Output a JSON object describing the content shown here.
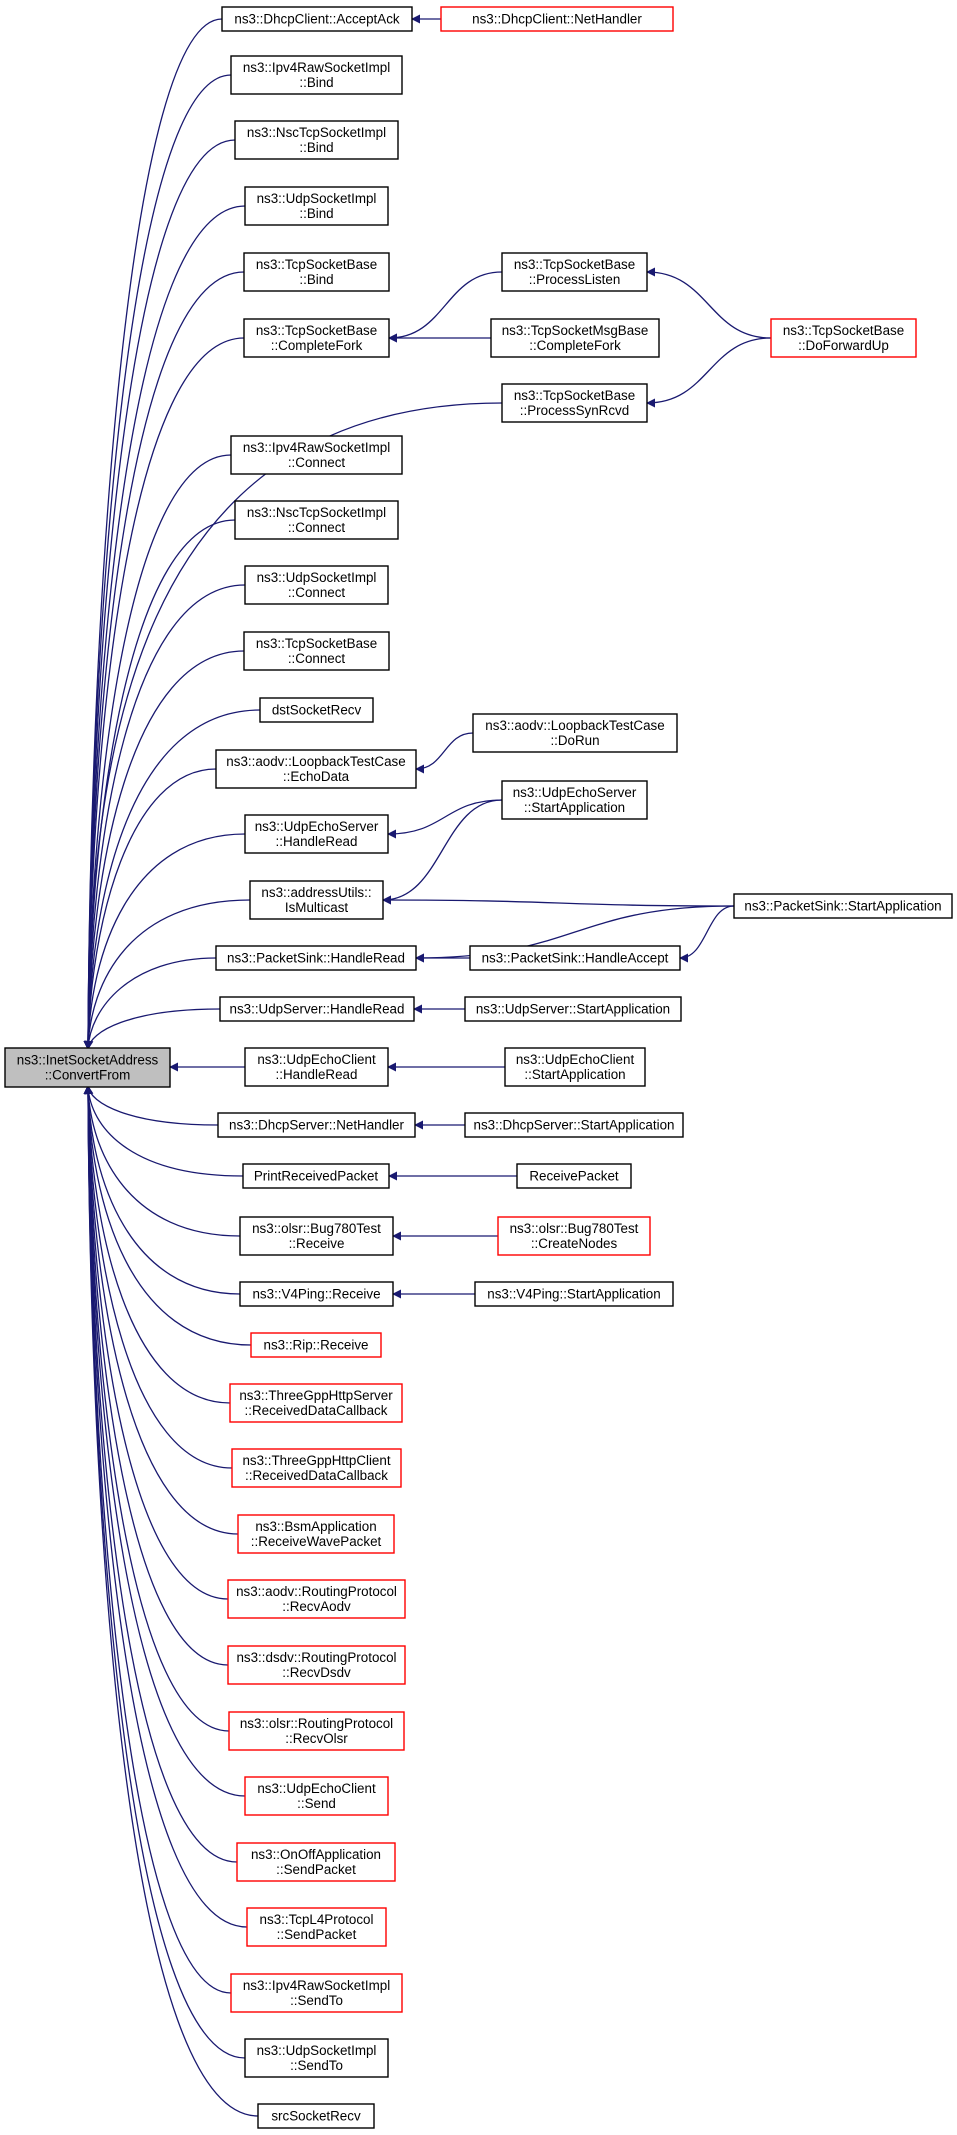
{
  "colors": {
    "edge": "#191970",
    "border_normal": "#000000",
    "border_truncated": "#ff0000",
    "root_fill": "#bfbfbf"
  },
  "nodes": [
    {
      "id": "root",
      "lines": [
        "ns3::InetSocketAddress",
        "::ConvertFrom"
      ],
      "style": "root"
    },
    {
      "id": "dhcpclient_acceptack",
      "lines": [
        "ns3::DhcpClient::AcceptAck"
      ],
      "style": "normal"
    },
    {
      "id": "dhcpclient_nethandler",
      "lines": [
        "ns3::DhcpClient::NetHandler"
      ],
      "style": "truncated"
    },
    {
      "id": "ipv4raw_bind",
      "lines": [
        "ns3::Ipv4RawSocketImpl",
        "::Bind"
      ],
      "style": "normal"
    },
    {
      "id": "nsctcp_bind",
      "lines": [
        "ns3::NscTcpSocketImpl",
        "::Bind"
      ],
      "style": "normal"
    },
    {
      "id": "udpsock_bind",
      "lines": [
        "ns3::UdpSocketImpl",
        "::Bind"
      ],
      "style": "normal"
    },
    {
      "id": "tcpbase_bind",
      "lines": [
        "ns3::TcpSocketBase",
        "::Bind"
      ],
      "style": "normal"
    },
    {
      "id": "tcpbase_completefork",
      "lines": [
        "ns3::TcpSocketBase",
        "::CompleteFork"
      ],
      "style": "normal"
    },
    {
      "id": "tcpbase_processlisten",
      "lines": [
        "ns3::TcpSocketBase",
        "::ProcessListen"
      ],
      "style": "normal"
    },
    {
      "id": "tcpmsgbase_completefork",
      "lines": [
        "ns3::TcpSocketMsgBase",
        "::CompleteFork"
      ],
      "style": "normal"
    },
    {
      "id": "tcpbase_doforwardup",
      "lines": [
        "ns3::TcpSocketBase",
        "::DoForwardUp"
      ],
      "style": "truncated"
    },
    {
      "id": "tcpbase_processsynrcvd",
      "lines": [
        "ns3::TcpSocketBase",
        "::ProcessSynRcvd"
      ],
      "style": "normal"
    },
    {
      "id": "ipv4raw_connect",
      "lines": [
        "ns3::Ipv4RawSocketImpl",
        "::Connect"
      ],
      "style": "normal"
    },
    {
      "id": "nsctcp_connect",
      "lines": [
        "ns3::NscTcpSocketImpl",
        "::Connect"
      ],
      "style": "normal"
    },
    {
      "id": "udpsock_connect",
      "lines": [
        "ns3::UdpSocketImpl",
        "::Connect"
      ],
      "style": "normal"
    },
    {
      "id": "tcpbase_connect",
      "lines": [
        "ns3::TcpSocketBase",
        "::Connect"
      ],
      "style": "normal"
    },
    {
      "id": "dstsocketrecv",
      "lines": [
        "dstSocketRecv"
      ],
      "style": "normal"
    },
    {
      "id": "aodv_echodata",
      "lines": [
        "ns3::aodv::LoopbackTestCase",
        "::EchoData"
      ],
      "style": "normal"
    },
    {
      "id": "aodv_dorun",
      "lines": [
        "ns3::aodv::LoopbackTestCase",
        "::DoRun"
      ],
      "style": "normal"
    },
    {
      "id": "udpechoserver_handleread",
      "lines": [
        "ns3::UdpEchoServer",
        "::HandleRead"
      ],
      "style": "normal"
    },
    {
      "id": "udpechoserver_startapp",
      "lines": [
        "ns3::UdpEchoServer",
        "::StartApplication"
      ],
      "style": "normal"
    },
    {
      "id": "addressutils_ismulticast",
      "lines": [
        "ns3::addressUtils::",
        "IsMulticast"
      ],
      "style": "normal"
    },
    {
      "id": "packetsink_startapp",
      "lines": [
        "ns3::PacketSink::StartApplication"
      ],
      "style": "normal"
    },
    {
      "id": "packetsink_handleread",
      "lines": [
        "ns3::PacketSink::HandleRead"
      ],
      "style": "normal"
    },
    {
      "id": "packetsink_handleaccept",
      "lines": [
        "ns3::PacketSink::HandleAccept"
      ],
      "style": "normal"
    },
    {
      "id": "udpserver_handleread",
      "lines": [
        "ns3::UdpServer::HandleRead"
      ],
      "style": "normal"
    },
    {
      "id": "udpserver_startapp",
      "lines": [
        "ns3::UdpServer::StartApplication"
      ],
      "style": "normal"
    },
    {
      "id": "udpechoclient_handleread",
      "lines": [
        "ns3::UdpEchoClient",
        "::HandleRead"
      ],
      "style": "normal"
    },
    {
      "id": "udpechoclient_startapp",
      "lines": [
        "ns3::UdpEchoClient",
        "::StartApplication"
      ],
      "style": "normal"
    },
    {
      "id": "dhcpserver_nethandler",
      "lines": [
        "ns3::DhcpServer::NetHandler"
      ],
      "style": "normal"
    },
    {
      "id": "dhcpserver_startapp",
      "lines": [
        "ns3::DhcpServer::StartApplication"
      ],
      "style": "normal"
    },
    {
      "id": "printreceivedpacket",
      "lines": [
        "PrintReceivedPacket"
      ],
      "style": "normal"
    },
    {
      "id": "receivepacket",
      "lines": [
        "ReceivePacket"
      ],
      "style": "normal"
    },
    {
      "id": "olsr_bug780_receive",
      "lines": [
        "ns3::olsr::Bug780Test",
        "::Receive"
      ],
      "style": "normal"
    },
    {
      "id": "olsr_bug780_createnodes",
      "lines": [
        "ns3::olsr::Bug780Test",
        "::CreateNodes"
      ],
      "style": "truncated"
    },
    {
      "id": "v4ping_receive",
      "lines": [
        "ns3::V4Ping::Receive"
      ],
      "style": "normal"
    },
    {
      "id": "v4ping_startapp",
      "lines": [
        "ns3::V4Ping::StartApplication"
      ],
      "style": "normal"
    },
    {
      "id": "rip_receive",
      "lines": [
        "ns3::Rip::Receive"
      ],
      "style": "truncated"
    },
    {
      "id": "threegpp_server_recvdata",
      "lines": [
        "ns3::ThreeGppHttpServer",
        "::ReceivedDataCallback"
      ],
      "style": "truncated"
    },
    {
      "id": "threegpp_client_recvdata",
      "lines": [
        "ns3::ThreeGppHttpClient",
        "::ReceivedDataCallback"
      ],
      "style": "truncated"
    },
    {
      "id": "bsm_receivewave",
      "lines": [
        "ns3::BsmApplication",
        "::ReceiveWavePacket"
      ],
      "style": "truncated"
    },
    {
      "id": "aodv_recvaodv",
      "lines": [
        "ns3::aodv::RoutingProtocol",
        "::RecvAodv"
      ],
      "style": "truncated"
    },
    {
      "id": "dsdv_recvdsdv",
      "lines": [
        "ns3::dsdv::RoutingProtocol",
        "::RecvDsdv"
      ],
      "style": "truncated"
    },
    {
      "id": "olsr_recvolsr",
      "lines": [
        "ns3::olsr::RoutingProtocol",
        "::RecvOlsr"
      ],
      "style": "truncated"
    },
    {
      "id": "udpechoclient_send",
      "lines": [
        "ns3::UdpEchoClient",
        "::Send"
      ],
      "style": "truncated"
    },
    {
      "id": "onoff_sendpacket",
      "lines": [
        "ns3::OnOffApplication",
        "::SendPacket"
      ],
      "style": "truncated"
    },
    {
      "id": "tcpl4_sendpacket",
      "lines": [
        "ns3::TcpL4Protocol",
        "::SendPacket"
      ],
      "style": "truncated"
    },
    {
      "id": "ipv4raw_sendto",
      "lines": [
        "ns3::Ipv4RawSocketImpl",
        "::SendTo"
      ],
      "style": "truncated"
    },
    {
      "id": "udpsock_sendto",
      "lines": [
        "ns3::UdpSocketImpl",
        "::SendTo"
      ],
      "style": "normal"
    },
    {
      "id": "srcsocketrecv",
      "lines": [
        "srcSocketRecv"
      ],
      "style": "normal"
    }
  ],
  "edges": [
    {
      "from": "dhcpclient_acceptack",
      "to": "root"
    },
    {
      "from": "ipv4raw_bind",
      "to": "root"
    },
    {
      "from": "nsctcp_bind",
      "to": "root"
    },
    {
      "from": "udpsock_bind",
      "to": "root"
    },
    {
      "from": "tcpbase_bind",
      "to": "root"
    },
    {
      "from": "tcpbase_completefork",
      "to": "root"
    },
    {
      "from": "tcpbase_processsynrcvd",
      "to": "root"
    },
    {
      "from": "ipv4raw_connect",
      "to": "root"
    },
    {
      "from": "nsctcp_connect",
      "to": "root"
    },
    {
      "from": "udpsock_connect",
      "to": "root"
    },
    {
      "from": "tcpbase_connect",
      "to": "root"
    },
    {
      "from": "dstsocketrecv",
      "to": "root"
    },
    {
      "from": "aodv_echodata",
      "to": "root"
    },
    {
      "from": "udpechoserver_handleread",
      "to": "root"
    },
    {
      "from": "addressutils_ismulticast",
      "to": "root"
    },
    {
      "from": "packetsink_handleread",
      "to": "root"
    },
    {
      "from": "udpserver_handleread",
      "to": "root"
    },
    {
      "from": "udpechoclient_handleread",
      "to": "root"
    },
    {
      "from": "dhcpserver_nethandler",
      "to": "root"
    },
    {
      "from": "printreceivedpacket",
      "to": "root"
    },
    {
      "from": "olsr_bug780_receive",
      "to": "root"
    },
    {
      "from": "v4ping_receive",
      "to": "root"
    },
    {
      "from": "rip_receive",
      "to": "root"
    },
    {
      "from": "threegpp_server_recvdata",
      "to": "root"
    },
    {
      "from": "threegpp_client_recvdata",
      "to": "root"
    },
    {
      "from": "bsm_receivewave",
      "to": "root"
    },
    {
      "from": "aodv_recvaodv",
      "to": "root"
    },
    {
      "from": "dsdv_recvdsdv",
      "to": "root"
    },
    {
      "from": "olsr_recvolsr",
      "to": "root"
    },
    {
      "from": "udpechoclient_send",
      "to": "root"
    },
    {
      "from": "onoff_sendpacket",
      "to": "root"
    },
    {
      "from": "tcpl4_sendpacket",
      "to": "root"
    },
    {
      "from": "ipv4raw_sendto",
      "to": "root"
    },
    {
      "from": "udpsock_sendto",
      "to": "root"
    },
    {
      "from": "srcsocketrecv",
      "to": "root"
    },
    {
      "from": "dhcpclient_nethandler",
      "to": "dhcpclient_acceptack"
    },
    {
      "from": "tcpbase_processlisten",
      "to": "tcpbase_completefork"
    },
    {
      "from": "tcpmsgbase_completefork",
      "to": "tcpbase_completefork"
    },
    {
      "from": "tcpbase_doforwardup",
      "to": "tcpbase_processlisten"
    },
    {
      "from": "tcpbase_doforwardup",
      "to": "tcpbase_processsynrcvd"
    },
    {
      "from": "aodv_dorun",
      "to": "aodv_echodata"
    },
    {
      "from": "udpechoserver_startapp",
      "to": "udpechoserver_handleread"
    },
    {
      "from": "udpechoserver_startapp",
      "to": "addressutils_ismulticast"
    },
    {
      "from": "packetsink_startapp",
      "to": "addressutils_ismulticast"
    },
    {
      "from": "packetsink_startapp",
      "to": "packetsink_handleread"
    },
    {
      "from": "packetsink_startapp",
      "to": "packetsink_handleaccept"
    },
    {
      "from": "packetsink_handleaccept",
      "to": "packetsink_handleread"
    },
    {
      "from": "udpserver_startapp",
      "to": "udpserver_handleread"
    },
    {
      "from": "udpechoclient_startapp",
      "to": "udpechoclient_handleread"
    },
    {
      "from": "dhcpserver_startapp",
      "to": "dhcpserver_nethandler"
    },
    {
      "from": "receivepacket",
      "to": "printreceivedpacket"
    },
    {
      "from": "olsr_bug780_createnodes",
      "to": "olsr_bug780_receive"
    },
    {
      "from": "v4ping_startapp",
      "to": "v4ping_receive"
    }
  ]
}
